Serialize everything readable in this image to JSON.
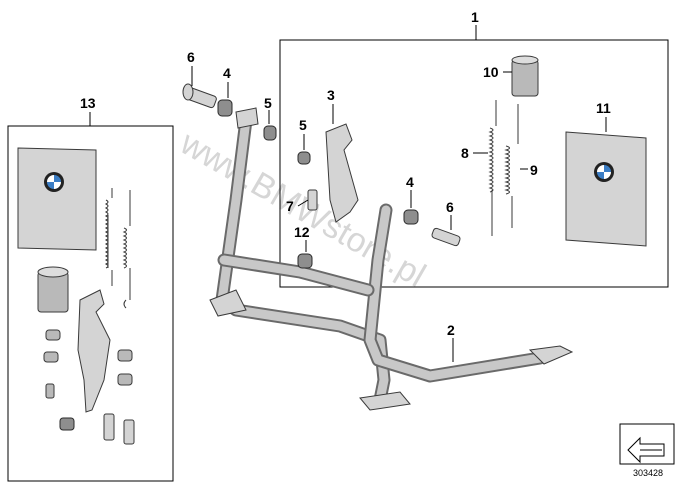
{
  "diagram": {
    "callouts": [
      "1",
      "2",
      "3",
      "4",
      "4",
      "5",
      "5",
      "6",
      "6",
      "7",
      "8",
      "9",
      "10",
      "11",
      "12",
      "13"
    ],
    "watermark": "www.BMWstore.pl",
    "reference_number": "303428",
    "colors": {
      "metal_dark": "#6a6a6a",
      "metal_light": "#c8c8c8",
      "frame": "#000000"
    },
    "icons": [
      "bmw-logo-icon",
      "orientation-arrow-icon"
    ]
  }
}
